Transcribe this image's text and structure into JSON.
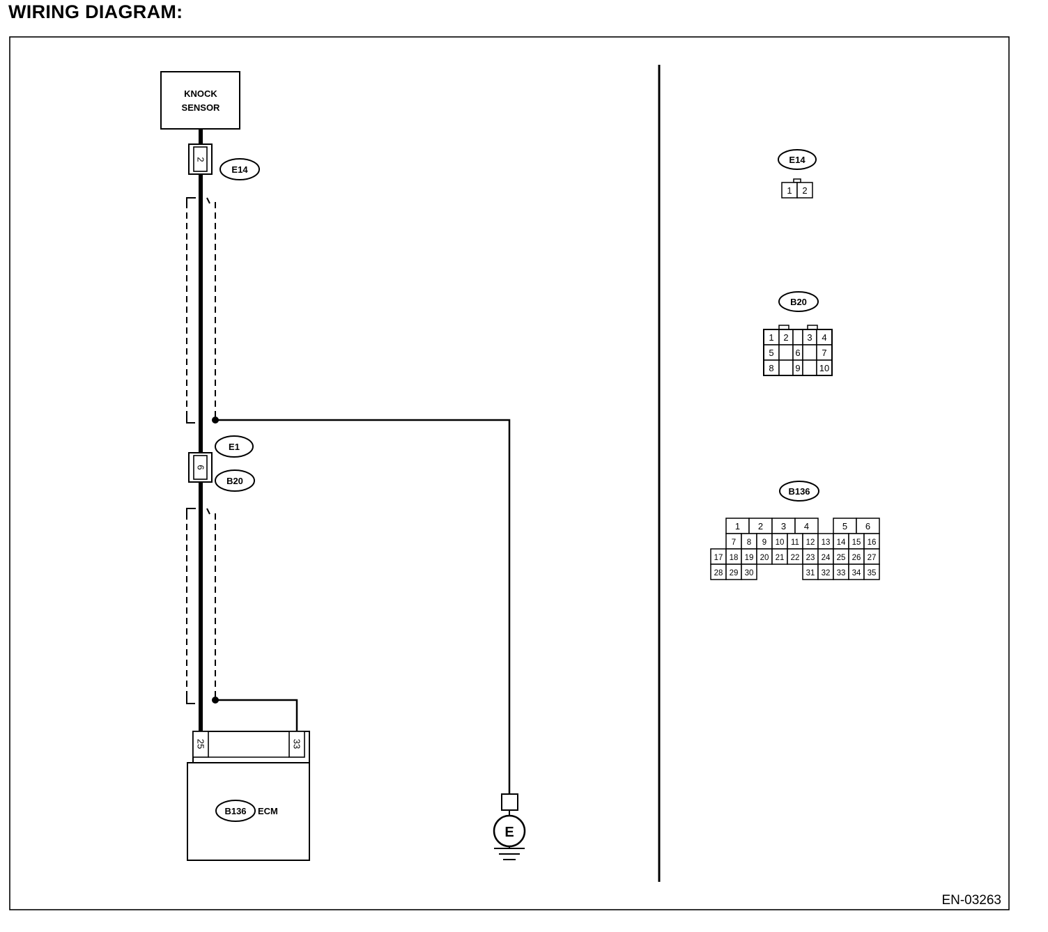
{
  "header": {
    "title": "WIRING DIAGRAM:"
  },
  "diagram": {
    "knock_sensor": {
      "line1": "KNOCK",
      "line2": "SENSOR"
    },
    "ecm": {
      "connector": "B136",
      "label": "ECM",
      "pin_left": "25",
      "pin_right": "33"
    },
    "inline_connectors": {
      "e14": {
        "id": "E14",
        "pin": "2"
      },
      "e1": {
        "id": "E1"
      },
      "b20": {
        "id": "B20",
        "pin": "6"
      }
    },
    "ground": {
      "label": "E"
    },
    "doc_id": "EN-03263"
  },
  "connector_views": {
    "e14": {
      "id": "E14",
      "pins": [
        "1",
        "2"
      ]
    },
    "b20": {
      "id": "B20",
      "rows": [
        [
          "1",
          "2",
          "",
          "3",
          "4"
        ],
        [
          "5",
          "",
          "6",
          "",
          "7"
        ],
        [
          "8",
          "",
          "9",
          "",
          "10"
        ]
      ]
    },
    "b136": {
      "id": "B136",
      "rows": [
        [
          "",
          "1",
          "2",
          "3",
          "4",
          "",
          "5",
          "6"
        ],
        [
          "",
          "7",
          "8",
          "9",
          "10",
          "11",
          "12",
          "13",
          "14",
          "15",
          "16"
        ],
        [
          "17",
          "18",
          "19",
          "20",
          "21",
          "22",
          "23",
          "24",
          "25",
          "26",
          "27"
        ],
        [
          "28",
          "29",
          "30",
          "",
          "",
          "",
          "31",
          "32",
          "33",
          "34",
          "35"
        ]
      ]
    }
  }
}
